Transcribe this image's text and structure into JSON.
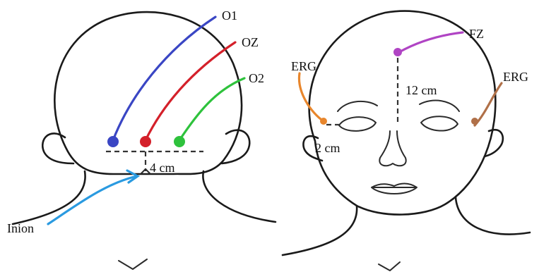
{
  "back_view": {
    "electrodes": [
      {
        "label": "O1",
        "color": "#3a46c4"
      },
      {
        "label": "OZ",
        "color": "#d4202a"
      },
      {
        "label": "O2",
        "color": "#2ec23c"
      }
    ],
    "distance_label": "4 cm",
    "landmark": {
      "label": "Inion",
      "color": "#2a9ae0"
    }
  },
  "front_view": {
    "fz": {
      "label": "FZ",
      "color": "#b044c4"
    },
    "vertical_distance": "12 cm",
    "erg_left": {
      "label": "ERG",
      "color": "#e8862c"
    },
    "erg_right": {
      "label": "ERG",
      "color": "#b07048"
    },
    "eye_distance": "2 cm"
  }
}
